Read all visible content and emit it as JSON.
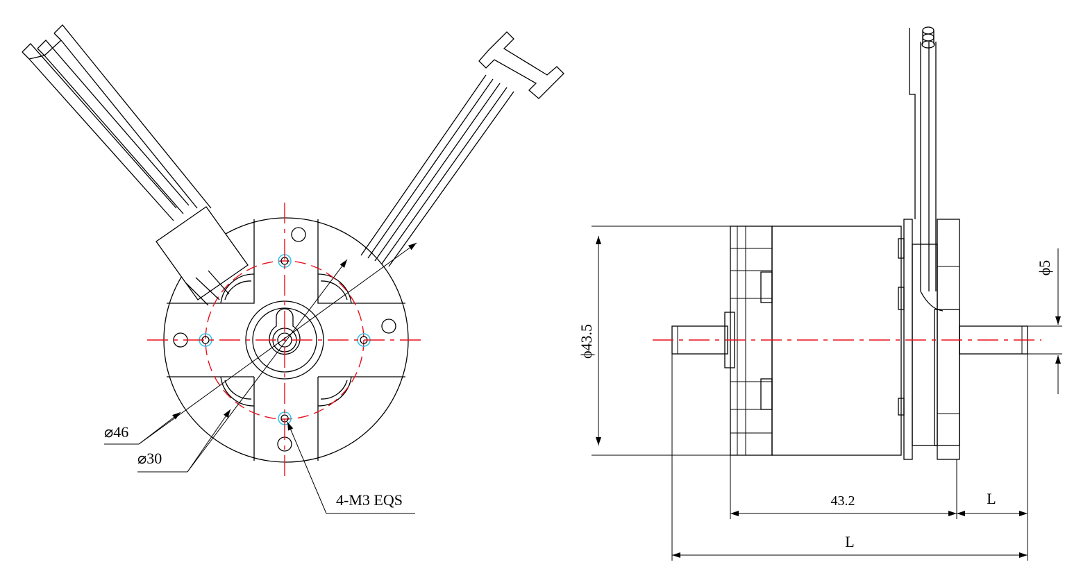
{
  "front_view": {
    "dim_outer": "⌀46",
    "dim_bolt_circle": "⌀30",
    "dim_holes": "4-M3 EQS"
  },
  "side_view": {
    "dim_diameter": "ϕ43.5",
    "dim_shaft": "ϕ5",
    "dim_body_length": "43.2",
    "dim_shaft_ext": "L",
    "dim_total_length": "L"
  }
}
